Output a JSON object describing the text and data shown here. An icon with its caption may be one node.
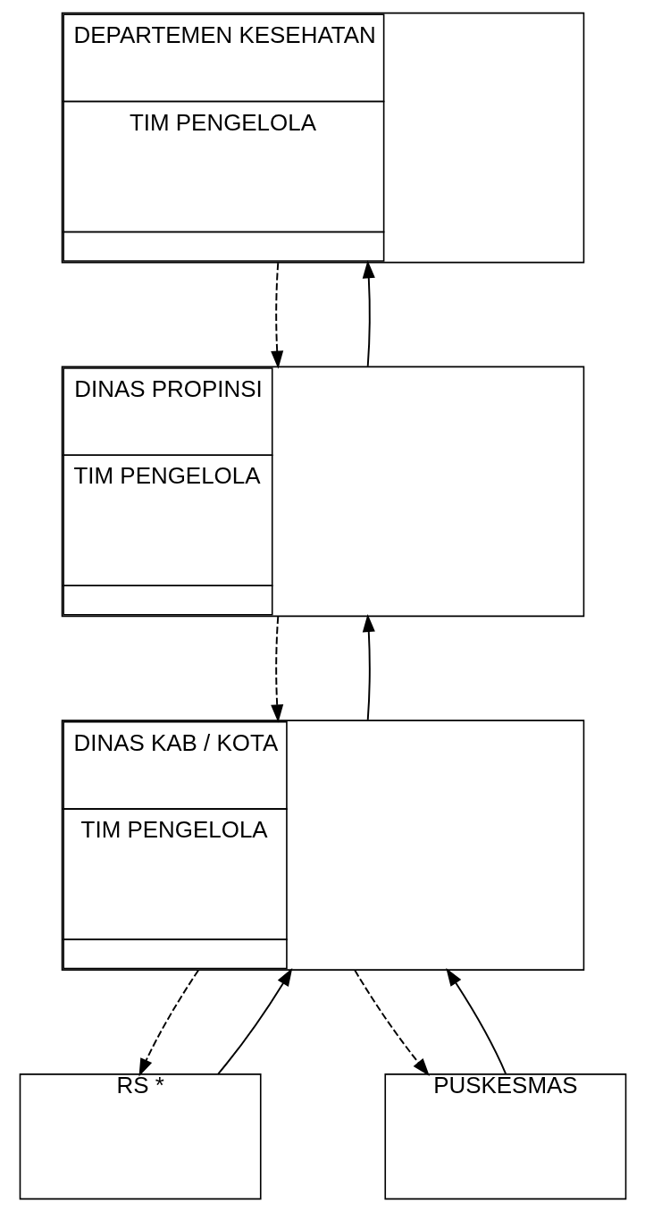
{
  "diagram": {
    "nodes": [
      {
        "text": [
          "DEPARTEMEN KESEHATAN",
          "TIM PENGELOLA"
        ]
      },
      {
        "text": [
          "DINAS PROPINSI",
          "TIM PENGELOLA"
        ]
      },
      {
        "text": [
          "DINAS KAB / KOTA",
          "TIM PENGELOLA"
        ]
      },
      {
        "text": [
          "RS *"
        ]
      },
      {
        "text": [
          "PUSKESMAS"
        ]
      }
    ],
    "edges": [
      {
        "from": 1,
        "to": 0,
        "arrow": "to"
      },
      {
        "from": 0,
        "to": 1,
        "arrow": "to",
        "style": "dashed"
      },
      {
        "from": 2,
        "to": 1,
        "arrow": "to"
      },
      {
        "from": 1,
        "to": 2,
        "arrow": "to",
        "style": "dashed"
      },
      {
        "from": 3,
        "to": 2,
        "arrow": "to"
      },
      {
        "from": 2,
        "to": 3,
        "arrow": "to",
        "style": "dashed"
      },
      {
        "from": 4,
        "to": 2,
        "arrow": "to"
      },
      {
        "from": 2,
        "to": 4,
        "arrow": "to",
        "style": "dashed"
      }
    ]
  }
}
